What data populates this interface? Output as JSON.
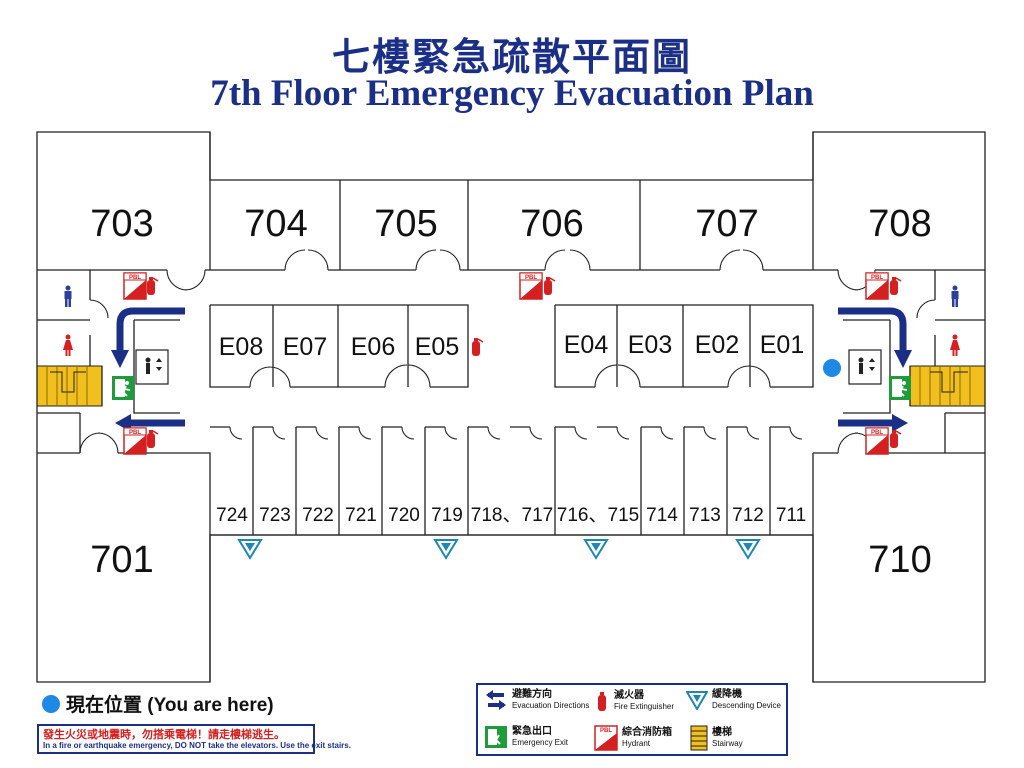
{
  "title": {
    "zh": "七樓緊急疏散平面圖",
    "en": "7th Floor Emergency Evacuation Plan"
  },
  "rooms": {
    "r703": "703",
    "r704": "704",
    "r705": "705",
    "r706": "706",
    "r707": "707",
    "r708": "708",
    "r701": "701",
    "r710": "710",
    "e08": "E08",
    "e07": "E07",
    "e06": "E06",
    "e05": "E05",
    "e04": "E04",
    "e03": "E03",
    "e02": "E02",
    "e01": "E01",
    "r724": "724",
    "r723": "723",
    "r722": "722",
    "r721": "721",
    "r720": "720",
    "r719": "719",
    "r718": "718、717",
    "r716": "716、715",
    "r714": "714",
    "r713": "713",
    "r712": "712",
    "r711": "711"
  },
  "you_are_here": "現在位置 (You are here)",
  "warning": {
    "zh": "發生火災或地震時，勿搭乘電梯！請走樓梯逃生。",
    "en": "In a fire or earthquake emergency, DO NOT take the elevators. Use the exit stairs."
  },
  "legend": {
    "evac_zh": "避難方向",
    "evac_en": "Evacuation Directions",
    "ext_zh": "滅火器",
    "ext_en": "Fire Extinguisher",
    "desc_zh": "緩降機",
    "desc_en": "Descending Device",
    "exit_zh": "緊急出口",
    "exit_en": "Emergency Exit",
    "hyd_zh": "綜合消防箱",
    "hyd_en": "Hydrant",
    "stair_zh": "樓梯",
    "stair_en": "Stairway"
  },
  "colors": {
    "wall": "#222222",
    "title": "#1b2f86",
    "arrow": "#1b2f86",
    "stair": "#f2c01e",
    "extinguisher": "#d42020",
    "exit_sign": "#1e9c3c",
    "descending_device": "#1e88b5",
    "you_are_here": "#1e88e5"
  },
  "icons": {
    "evacuation": "evacuation-arrow-icon",
    "extinguisher": "fire-extinguisher-icon",
    "hydrant": "hydrant-icon",
    "exit": "emergency-exit-icon",
    "descending": "descending-device-icon",
    "stairs": "stairway-icon",
    "elevator": "elevator-icon",
    "male": "male-restroom-icon",
    "female": "female-restroom-icon"
  }
}
